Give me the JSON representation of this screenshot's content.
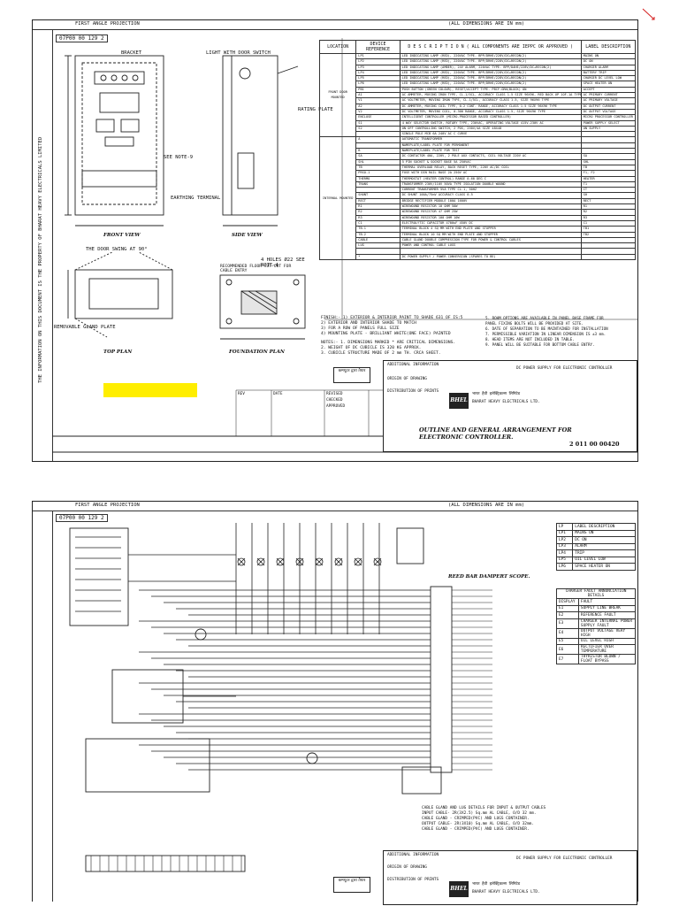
{
  "sheet1": {
    "projection": "FIRST ANGLE PROJECTION",
    "dimensions_note": "(ALL DIMENSIONS ARE IN mm)",
    "doc_number": "07P00 00 129 2",
    "side_text": "THE INFORMATION ON THIS DOCUMENT IS THE PROPERTY OF BHARAT HEAVY ELECTRICALS LIMITED",
    "labels": {
      "bracket": "BRACKET",
      "light_switch": "LIGHT WITH DOOR SWITCH",
      "rating_plate": "RATING PLATE",
      "front_view": "FRONT VIEW",
      "side_view": "SIDE VIEW",
      "top_plan": "TOP PLAN",
      "foundation_plan": "FOUNDATION PLAN",
      "see_note": "SEE NOTE-9",
      "holes": "4 HOLES Ø22 SEE NOTE-4",
      "door_swing": "THE DOOR SWING AT 90°",
      "gland_plate": "REMOVABLE GLAND PLATE",
      "earth_terminal": "EARTHING TERMINAL",
      "cable_entry": "RECOMMENDED FLOOR CUT-OUT FOR CABLE ENTRY"
    },
    "table_headers": {
      "location": "LOCATION",
      "device": "DEVICE REFERENCE",
      "description": "D E S C R I P T I O N ( ALL COMPONENTS ARE IEPPC OR APPROVED )",
      "label": "LABEL DESCRIPTION"
    },
    "table_groups": {
      "front": "FRONT DOOR MOUNTED",
      "internal": "INTERNAL MOUNTED"
    },
    "table_rows": [
      {
        "ref": "LP1",
        "desc": "LED INDICATING LAMP (RED), 220VAC TYPE- BPP/DRHE/228V/DC+RECON(2)",
        "label": "MAINS ON"
      },
      {
        "ref": "LP2",
        "desc": "LED INDICATING LAMP (RED), 220VAC TYPE- BPP/DRHE/228V/DC+RECON(2)",
        "label": "DC ON"
      },
      {
        "ref": "LP3",
        "desc": "LED INDICATING LAMP (AMBER), 24V ALARM, 220VAC TYPE- BPP/DAHE/228V/DC+RECON(2)",
        "label": "CHARGER ALARM"
      },
      {
        "ref": "LP4",
        "desc": "LED INDICATING LAMP (RED), 220VAC TYPE- BPP/DRHE/228V/DC+RECON(2)",
        "label": "BATTERY TRIP"
      },
      {
        "ref": "LP5",
        "desc": "LED INDICATING LAMP (RED), 220VAC TYPE- BPP/DRHE/228V/DC+RECON(2)",
        "label": "CHARGER DC LEVEL LOW"
      },
      {
        "ref": "LP6",
        "desc": "LED INDICATING LAMP (RED), 220VAC TYPE- BPP/DRHE/228V/DC+RECON(2)",
        "label": "SPACE HEATER ON"
      },
      {
        "ref": "PB1",
        "desc": "PUSH BUTTON (GREEN COLOUR), RESET/ACCEPT TYPE- PBCF-GRN(BLOCK) ON",
        "label": "ACCEPT"
      },
      {
        "ref": "A1",
        "desc": "AC AMMETER, MOVING IRON TYPE, CL.1/5CL, ACCURACY CLASS 1.5 SIZE 96X96, RED BACK UP 1OF-1A TYPE",
        "label": "AC PRIMARY CURRENT"
      },
      {
        "ref": "V1",
        "desc": "AC VOLTMETER, MOVING IRON TYPE, CL.1/5CL, ACCURACY CLASS 1.5, SIZE 96X96 TYPE",
        "label": "AC PRIMARY VOLTAGE"
      },
      {
        "ref": "A2",
        "desc": "DC AMMETER, MOVING COIL TYPE, 0-2 CONT. RANGE, ACCURACY CLASS 1.5 SIZE 96X96 TYPE",
        "label": "DC OUTPUT CURRENT"
      },
      {
        "ref": "V2",
        "desc": "DC VOLTMETER, MOVING COIL, 0-300 RANGE, ACCURACY CLASS 1.5, SIZE 96X96 TYPE",
        "label": "DC OUTPUT VOLTAGE"
      },
      {
        "ref": "ENCLOSE",
        "desc": "INTELLIGENT CONTROLLER (MICRO-PROCESSOR BASED CONTROLLER)",
        "label": "MICRO PROCESSOR CONTROLLER"
      },
      {
        "ref": "S1",
        "desc": "4 WAY SELECTOR SWITCH, ROTARY TYPE, 230VAC, OPERATING VOLTAGE 415V-230V AC",
        "label": "POWER SUPPLY SELECT"
      },
      {
        "ref": "S2",
        "desc": "ON OFF CONTROLLING SWITCH, 2 POS, 250V/4A SIZE 48X48",
        "label": "ON SUPPLY"
      },
      {
        "ref": "",
        "desc": "SINGLE POLE MCB 6A 240V AC C CURVE",
        "label": ""
      },
      {
        "ref": "A",
        "desc": "AUTOMATIC TRANSFORMER",
        "label": ""
      },
      {
        "ref": "",
        "desc": "NAMEPLATE/LABEL PLATE FOR PERMANENT",
        "label": ""
      },
      {
        "ref": "B",
        "desc": "NAMEPLATE/LABEL PLATE FOR TEST",
        "label": ""
      },
      {
        "ref": "SA",
        "desc": "DC CONTACTOR 40A, 220V, 2 POLE AUX CONTACTS, COIL VOLTAGE 220V AC",
        "label": "SA"
      },
      {
        "ref": "SHL",
        "desc": "5 PIN SOCKET & SOCKET BASE 5A 250VAC",
        "label": "SHL"
      },
      {
        "ref": "TB",
        "desc": "THERMAL OVERLOAD RELAY, BACK RESET TYPE, 220V AC/DC COIL",
        "label": "TB"
      },
      {
        "ref": "PRSO-1",
        "desc": "FUSE WITH DIN RAIL BASE 2A 250V AC",
        "label": "F1, F2"
      },
      {
        "ref": "THERMO",
        "desc": "THERMOSTAT (HEATER CONTROL) RANGE 0-60 DEG C",
        "label": "HEATER"
      },
      {
        "ref": "TRANS",
        "desc": "TRANSFORMER 230V/110V 50VA TYPE ISOLATION DOUBLE WOUND",
        "label": "T1"
      },
      {
        "ref": "",
        "desc": "CURRENT TRANSFORMER 5VA TYPE CL.1, 50HZ",
        "label": "CT"
      },
      {
        "ref": "SHUNT",
        "desc": "DC SHUNT 100A/75mV ACCURACY CLASS 0.5",
        "label": "SH"
      },
      {
        "ref": "RECT",
        "desc": "BRIDGE RECTIFIER MODULE 100A 1600V",
        "label": "RECT"
      },
      {
        "ref": "R1",
        "desc": "WIREWOUND RESISTOR 10 OHM 50W",
        "label": "R1"
      },
      {
        "ref": "R2",
        "desc": "WIREWOUND RESISTOR 47 OHM 25W",
        "label": "R2"
      },
      {
        "ref": "R3",
        "desc": "WIREWOUND RESISTOR 100 OHM 10W",
        "label": "R3"
      },
      {
        "ref": "C1",
        "desc": "ELECTROLYTIC CAPACITOR 4700uF 450V DC",
        "label": "C1"
      },
      {
        "ref": "TB-1",
        "desc": "TERMINAL BLOCK 4 SQ MM WITH END PLATE AND STOPPER",
        "label": "TB1"
      },
      {
        "ref": "TB-2",
        "desc": "TERMINAL BLOCK 10 SQ MM WITH END PLATE AND STOPPER",
        "label": "TB2"
      },
      {
        "ref": "CABLE",
        "desc": "CABLE GLAND DOUBLE COMPRESSION TYPE FOR POWER & CONTROL CABLES",
        "label": ""
      },
      {
        "ref": "LUG",
        "desc": "POWER AND CONTROL CABLE LUGS",
        "label": ""
      },
      {
        "ref": "",
        "desc": "",
        "label": ""
      },
      {
        "ref": "*",
        "desc": "DC POWER SUPPLY / POWER CONVERSION (SPARES TO BE)",
        "label": ""
      }
    ],
    "finish_notes": [
      "FINISH:- 1) EXTERIOR & INTERIOR PAINT TO SHADE 631 OF IS:5",
      "2) EXTERIOR AND INTERIOR SHADE TO MATCH",
      "3) FOR A ROW OF PANELS FULL SIZE",
      "4) MOUNTING PLATE - BRILLIANT WHITE(ONE FACE) PAINTED"
    ],
    "notes": [
      "NOTES:- 1. DIMENSIONS MARKED * ARE CRITICAL DIMENSIONS.",
      "2. WEIGHT OF DC CUBICLE IS 320 KG APPROX.",
      "3. CUBICLE STRUCTURE MADE OF 2 mm TH. CRCA SHEET."
    ],
    "right_notes": [
      "5. ROHM OPTIONS ARE AVAILABLE IN PANEL BASE FRAME FOR",
      "PANEL FIXING BOLTS WILL BE PROVIDED AT SITE.",
      "6. DATE OF SEPARATION TO BE MAINTAINED FOR INSTALLATION",
      "7. PERMISSIBLE VARIATION IN LINEAR DIMENSION IS ±3 mm.",
      "8. HEAD ITEMS ARE NOT INCLUDED IN TABLE.",
      "9. PANEL WILL BE SUITABLE FOR BOTTOM CABLE ENTRY."
    ]
  },
  "title_block": {
    "manufacturer": "BHARAT HEAVY ELECTRICALS LTD.",
    "manufacturer_local": "भारत हैवी इलेक्ट्रिकल्स लिमिटेड",
    "logo": "BHEL",
    "product": "DC POWER SUPPLY FOR ELECTRONIC CONTROLLER",
    "drawing_title": "OUTLINE AND GENERAL ARRANGEMENT FOR ELECTRONIC CONTROLLER.",
    "drawing_number": "2 011 00 00420",
    "stamp": "कम्प्यूटर द्वारा तैयार",
    "fields": [
      "ADDITIONAL INFORMATION",
      "ORIGIN OF DRAWING",
      "DISTRIBUTION OF PRINTS",
      "REV",
      "DATE",
      "REVISED",
      "CHECKED",
      "APPROVED"
    ]
  },
  "sheet2": {
    "projection": "FIRST ANGLE PROJECTION",
    "dimensions_note": "(ALL DIMENSIONS ARE IN mm)",
    "doc_number": "07P00 00 129 2",
    "schematic_title": "REED BAR DAMPERT SCOPE.",
    "label_table_headers": {
      "ref": "LP",
      "label": "LABEL DESCRIPTION"
    },
    "label_table": [
      {
        "ref": "LP1",
        "label": "MAINS ON"
      },
      {
        "ref": "LP2",
        "label": "DC ON"
      },
      {
        "ref": "LP3",
        "label": "ALARM"
      },
      {
        "ref": "LP4",
        "label": "TRIP"
      },
      {
        "ref": "LP5",
        "label": "OIL LEVEL LOW"
      },
      {
        "ref": "LP6",
        "label": "SPACE HEATER ON"
      }
    ],
    "fault_table_title": "CHARGER FAULT ANNUNCIATION DETAILS",
    "fault_table": [
      {
        "ref": "DISPLAY",
        "label": "FAULT"
      },
      {
        "ref": "E1",
        "label": "SUPPLY LINE BREAK"
      },
      {
        "ref": "E2",
        "label": "REFERENCE FAULT"
      },
      {
        "ref": "E3",
        "label": "CHARGER INTERNAL POWER SUPPLY FAULT"
      },
      {
        "ref": "E4",
        "label": "OUTPUT VOLTAGE VERY HIGH"
      },
      {
        "ref": "E5",
        "label": "OIL LEVEL HIGH"
      },
      {
        "ref": "E6",
        "label": "RECTIFIER OVER TEMPERATURE"
      },
      {
        "ref": "E7",
        "label": "THYRISTOR BLOWN / FLOAT BYPASS"
      }
    ],
    "cable_notes": [
      "CABLE GLAND AND LUG DETAILS FOR INPUT & OUTPUT CABLES",
      "INPUT CABLE- 2R(3X2.5) Sq.mm AL CABLE, O/D 32 mm.",
      "CABLE GLAND - CRIMPED(PVC) AND LUGS CONTAINER.",
      "OUTPUT CABLE- 2R(3X10) Sq.mm AL CABLE, O/D 32mm.",
      "CABLE GLAND - CRIMPED(PVC) AND LUGS CONTAINER."
    ]
  }
}
